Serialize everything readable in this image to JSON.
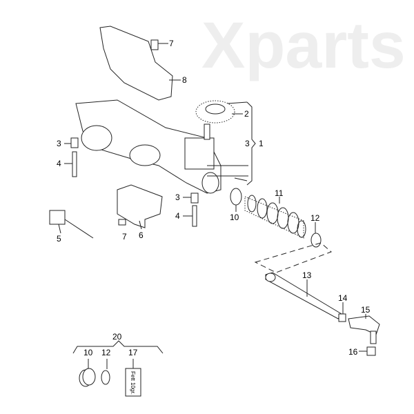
{
  "watermark": "Xparts",
  "callouts": {
    "c7a": "7",
    "c8": "8",
    "c2": "2",
    "c3a": "3",
    "c1": "1",
    "c3b": "3",
    "c4a": "4",
    "c3c": "3",
    "c4b": "4",
    "c11": "11",
    "c10a": "10",
    "c12a": "12",
    "c5": "5",
    "c7b": "7",
    "c6": "6",
    "c13": "13",
    "c14": "14",
    "c15": "15",
    "c16": "16",
    "c20": "20",
    "c10b": "10",
    "c12b": "12",
    "c17": "17"
  },
  "grease_label": "Fett 10gr."
}
